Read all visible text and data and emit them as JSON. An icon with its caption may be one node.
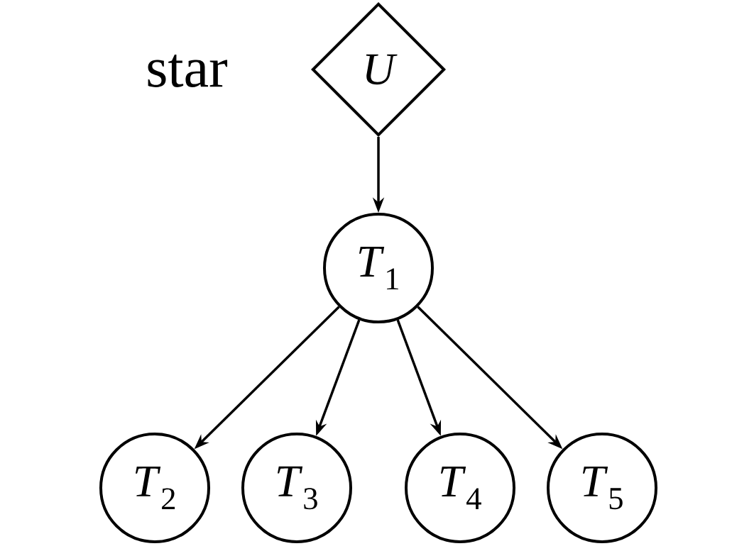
{
  "diagram": {
    "nodes": [
      {
        "text": [
          "U"
        ]
      },
      {
        "text": [
          "*T*$_{1}$"
        ]
      },
      {
        "text": [
          "*T*$_{2}$"
        ]
      },
      {
        "text": [
          "*T*$_{3}$"
        ]
      },
      {
        "text": [
          "*T*$_{4}$"
        ]
      },
      {
        "text": [
          "*T*$_{5}$"
        ]
      }
    ],
    "edges": [
      {
        "from": 0,
        "to": 1,
        "arrow": "to"
      },
      {
        "from": 1,
        "to": 2,
        "arrow": "to"
      },
      {
        "from": 1,
        "to": 3,
        "arrow": "to"
      },
      {
        "from": 1,
        "to": 4,
        "arrow": "to"
      },
      {
        "from": 1,
        "to": 5,
        "arrow": "to"
      }
    ],
    "labels": [
      "star"
    ]
  }
}
